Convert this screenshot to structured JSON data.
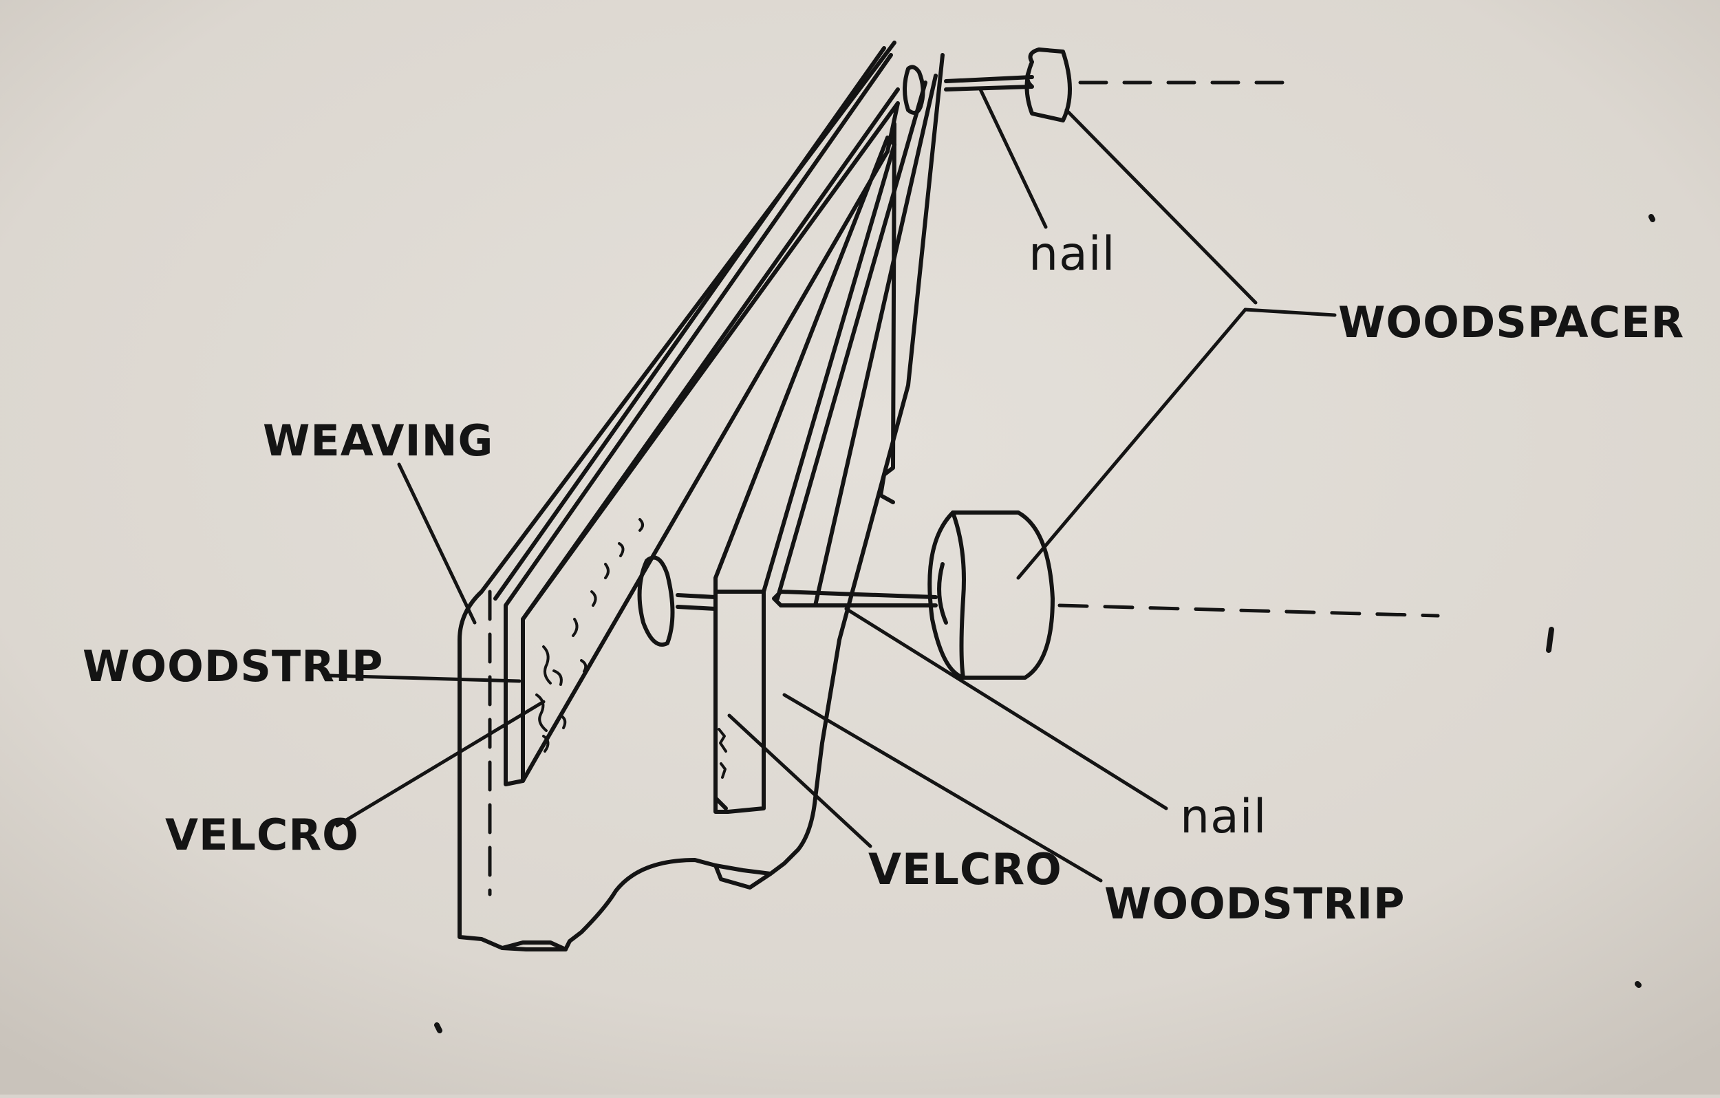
{
  "diagram": {
    "colors": {
      "paper": "#dedad4",
      "ink": "#141414"
    },
    "labels": {
      "nail_top": "nail",
      "woodspacer": "WOODSPACER",
      "weaving": "WEAVING",
      "woodstrip_left": "WOODSTRIP",
      "velcro_left": "VELCRO",
      "nail_bottom": "nail",
      "velcro_bottom": "VELCRO",
      "woodstrip_bottom": "WOODSTRIP"
    }
  }
}
